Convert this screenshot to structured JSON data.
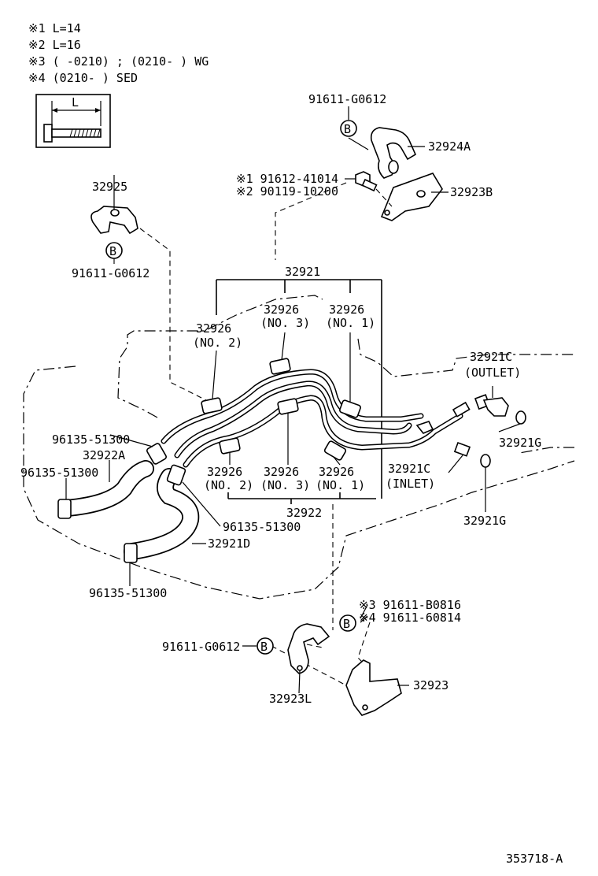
{
  "notes": [
    "※1 L=14",
    "※2 L=16",
    "※3 (      -0210) ; (0210-      ) WG",
    "※4 (0210-      ) SED"
  ],
  "inset": {
    "label": "L"
  },
  "callouts": {
    "p_91611_g0612_top": "91611-G0612",
    "p_32924a": "32924A",
    "p_32923b": "32923B",
    "bolt_1": "※1 91612-41014",
    "bolt_2": "※2 90119-10200",
    "p_32925": "32925",
    "p_91611_g0612_left": "91611-G0612",
    "p_32921": "32921",
    "p_32926_no3_top": "32926",
    "p_32926_no3_top_sub": "(NO. 3)",
    "p_32926_no1_top": "32926",
    "p_32926_no1_top_sub": "(NO. 1)",
    "p_32926_no2_top": "32926",
    "p_32926_no2_top_sub": "(NO. 2)",
    "p_32921c_outlet": "32921C",
    "p_32921c_outlet_sub": "(OUTLET)",
    "p_32921g_a": "32921G",
    "p_32921g_b": "32921G",
    "p_96135_51300_a": "96135-51300",
    "p_32922a": "32922A",
    "p_96135_51300_b": "96135-51300",
    "p_32926_no2_bot": "32926",
    "p_32926_no2_bot_sub": "(NO. 2)",
    "p_32926_no3_bot": "32926",
    "p_32926_no3_bot_sub": "(NO. 3)",
    "p_32926_no1_bot": "32926",
    "p_32926_no1_bot_sub": "(NO. 1)",
    "p_32921c_inlet": "32921C",
    "p_32921c_inlet_sub": "(INLET)",
    "p_32922": "32922",
    "p_96135_51300_c": "96135-51300",
    "p_32921d": "32921D",
    "p_96135_51300_d": "96135-51300",
    "bolt_3": "※3 91611-B0816",
    "bolt_4": "※4 91611-60814",
    "p_91611_g0612_bottom": "91611-G0612",
    "p_32923l": "32923L",
    "p_32923": "32923",
    "b_marker": "B"
  },
  "figure_number": "353718-A"
}
